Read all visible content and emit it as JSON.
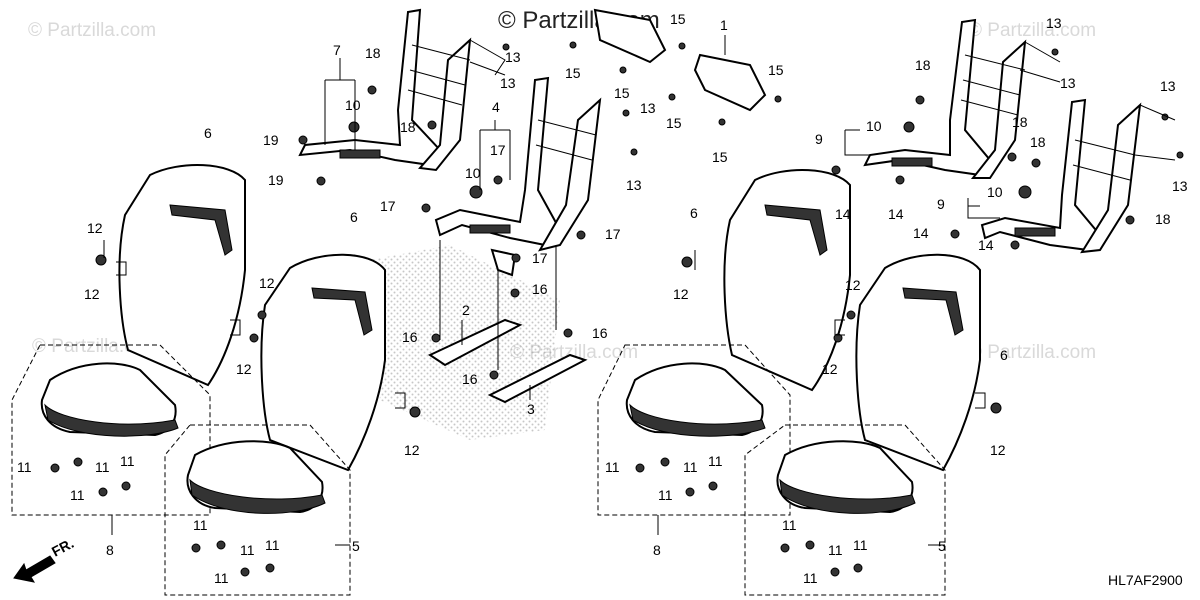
{
  "watermarks": {
    "main": "© Partzilla.com",
    "faint": "© Partzilla.com"
  },
  "diagram_code": "HL7AF2900",
  "direction_label": "FR.",
  "callouts": [
    "1",
    "2",
    "3",
    "4",
    "5",
    "6",
    "7",
    "8",
    "9",
    "10",
    "11",
    "12",
    "13",
    "14",
    "15",
    "16",
    "17",
    "18",
    "19"
  ],
  "colors": {
    "line": "#000000",
    "watermark": "#d9d9d9",
    "stipple": "#9a9a9a"
  }
}
